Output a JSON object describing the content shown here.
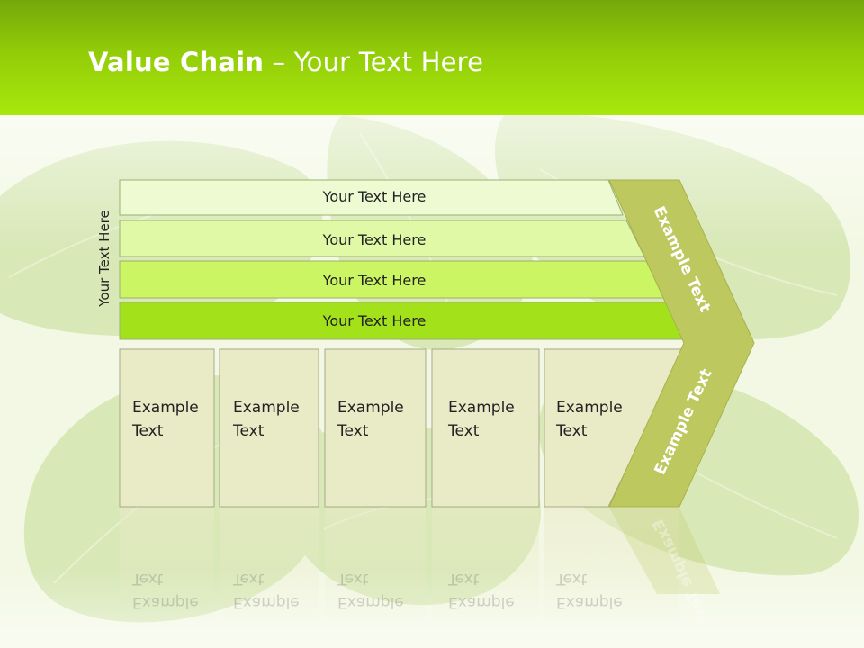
{
  "title": {
    "bold": "Value Chain",
    "rest": " – Your Text Here"
  },
  "side_label": "Your Text Here",
  "bars": [
    {
      "label": "Your Text Here",
      "color": "#eefbd2"
    },
    {
      "label": "Your Text Here",
      "color": "#e0f9a6"
    },
    {
      "label": "Your Text Here",
      "color": "#ccf563"
    },
    {
      "label": "Your Text Here",
      "color": "#a3e21b"
    }
  ],
  "blocks": [
    {
      "line1": "Example",
      "line2": "Text"
    },
    {
      "line1": "Example",
      "line2": "Text"
    },
    {
      "line1": "Example",
      "line2": "Text"
    },
    {
      "line1": "Example",
      "line2": "Text"
    },
    {
      "line1": "Example",
      "line2": "Text"
    }
  ],
  "chevron": {
    "upper_label": "Example Text",
    "lower_label": "Example Text",
    "color": "#bdc85f"
  },
  "colors": {
    "header": "#9ad40a",
    "block_fill": "#e9eac6",
    "block_stroke": "#a7a98a",
    "background": "#f6faea"
  }
}
